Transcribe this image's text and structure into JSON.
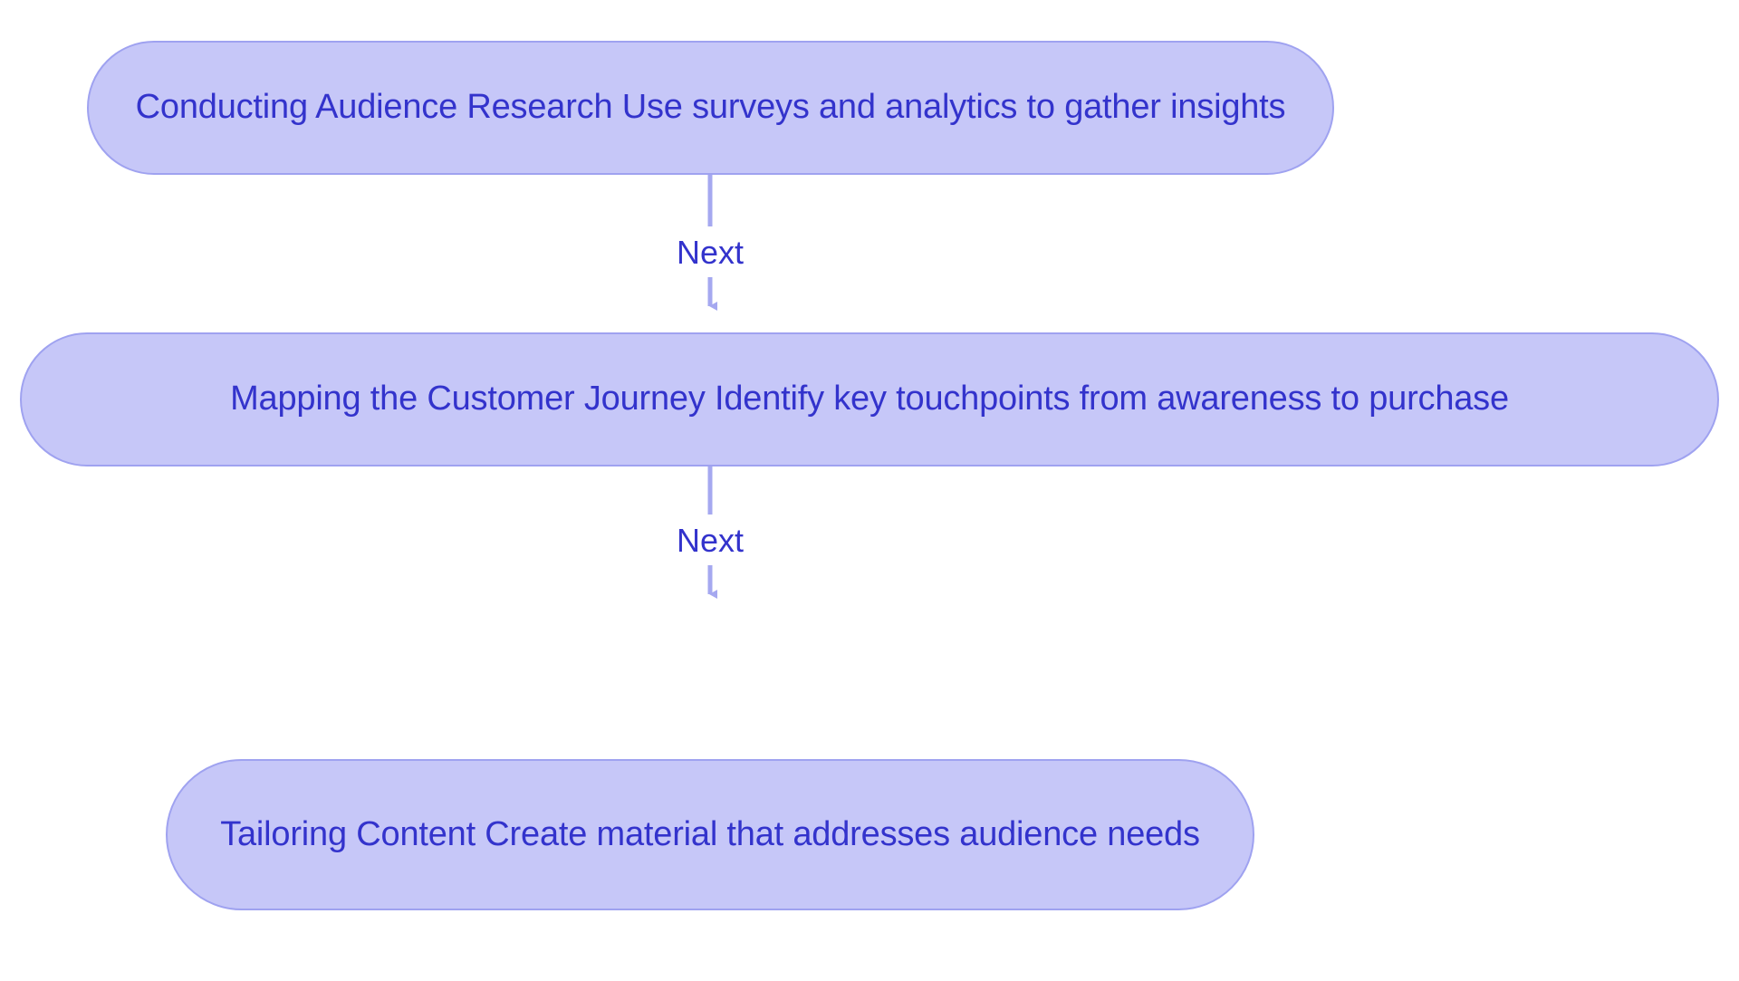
{
  "diagram": {
    "type": "flowchart",
    "orientation": "top-to-bottom",
    "background_color": "#FFFFFF",
    "node_fill_color": "#C6C7F8",
    "node_border_color": "#9FA2F0",
    "node_text_color": "#3333CC",
    "edge_color": "#A5A8F0",
    "edge_label_color": "#3333CC",
    "nodes": [
      {
        "id": "node-0",
        "label": "Conducting Audience Research Use surveys and analytics to gather insights",
        "shape": "stadium"
      },
      {
        "id": "node-1",
        "label": "Mapping the Customer Journey Identify key touchpoints from awareness to purchase",
        "shape": "stadium"
      },
      {
        "id": "node-2",
        "label": "Tailoring Content Create material that addresses audience needs",
        "shape": "stadium"
      }
    ],
    "edges": [
      {
        "id": "edge-0",
        "from": "node-0",
        "to": "node-1",
        "label": "Next"
      },
      {
        "id": "edge-1",
        "from": "node-1",
        "to": "node-2",
        "label": "Next"
      }
    ]
  }
}
